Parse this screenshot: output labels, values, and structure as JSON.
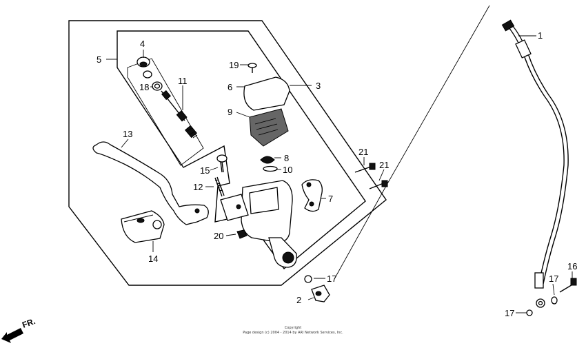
{
  "diagram": {
    "callouts": [
      {
        "id": "c1",
        "label": "1"
      },
      {
        "id": "c2",
        "label": "2"
      },
      {
        "id": "c3",
        "label": "3"
      },
      {
        "id": "c4",
        "label": "4"
      },
      {
        "id": "c5",
        "label": "5"
      },
      {
        "id": "c6",
        "label": "6"
      },
      {
        "id": "c7",
        "label": "7"
      },
      {
        "id": "c8",
        "label": "8"
      },
      {
        "id": "c9",
        "label": "9"
      },
      {
        "id": "c10",
        "label": "10"
      },
      {
        "id": "c11",
        "label": "11"
      },
      {
        "id": "c12",
        "label": "12"
      },
      {
        "id": "c13",
        "label": "13"
      },
      {
        "id": "c14",
        "label": "14"
      },
      {
        "id": "c15",
        "label": "15"
      },
      {
        "id": "c16",
        "label": "16"
      },
      {
        "id": "c17a",
        "label": "17"
      },
      {
        "id": "c17b",
        "label": "17"
      },
      {
        "id": "c17c",
        "label": "17"
      },
      {
        "id": "c18",
        "label": "18"
      },
      {
        "id": "c19",
        "label": "19"
      },
      {
        "id": "c20",
        "label": "20"
      },
      {
        "id": "c21a",
        "label": "21"
      },
      {
        "id": "c21b",
        "label": "21"
      }
    ],
    "direction_label": "FR.",
    "copyright_line1": "Copyright",
    "copyright_line2": "Page design (c) 2004 - 2014 by ARI Network Services, Inc."
  }
}
